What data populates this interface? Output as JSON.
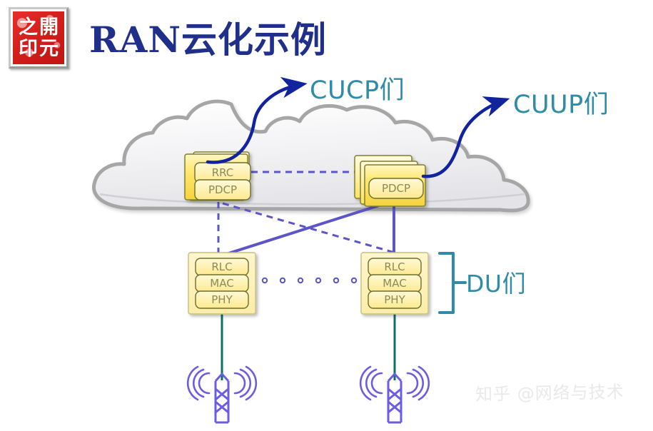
{
  "slide": {
    "title": "RAN云化示例",
    "background_color": "#ffffff"
  },
  "logo": {
    "name": "seal-stamp",
    "characters": [
      "之",
      "開",
      "印",
      "元"
    ],
    "reading": "開元之印",
    "color": "#d41f1c"
  },
  "callouts": [
    {
      "id": "cucp",
      "label": "CUCP们",
      "color": "#2e8ca8"
    },
    {
      "id": "cuup",
      "label": "CUUP们",
      "color": "#2e8ca8"
    },
    {
      "id": "du",
      "label": "DU们",
      "color": "#2e8ca8"
    }
  ],
  "cloud": {
    "name": "cloud-shape",
    "fill": "#f2f2f4",
    "stroke": "#a6a6a6"
  },
  "nodes": [
    {
      "id": "cu-cp",
      "role": "CU-CP",
      "layers": [
        "RRC",
        "PDCP"
      ],
      "stacked": true,
      "fill": "#ffe680",
      "stroke": "#7f7f2a"
    },
    {
      "id": "cu-up",
      "role": "CU-UP",
      "layers": [
        "PDCP"
      ],
      "stacked": true,
      "fill": "#ffe680",
      "stroke": "#7f7f2a"
    },
    {
      "id": "du-left",
      "role": "DU",
      "layers": [
        "RLC",
        "MAC",
        "PHY"
      ],
      "stacked": false,
      "fill": "#fdf0b8",
      "stroke": "#7f7f2a"
    },
    {
      "id": "du-right",
      "role": "DU",
      "layers": [
        "RLC",
        "MAC",
        "PHY"
      ],
      "stacked": false,
      "fill": "#fdf0b8",
      "stroke": "#7f7f2a"
    }
  ],
  "links": {
    "control_plane_style": "dashed",
    "control_plane_color": "#5b55c8",
    "user_plane_style": "solid",
    "user_plane_color": "#5b55c8",
    "fronthaul_color": "#0d7068",
    "ellipsis_dots": 6
  },
  "antennas": [
    {
      "id": "antenna-left",
      "color": "#6b5ce0"
    },
    {
      "id": "antenna-right",
      "color": "#6b5ce0"
    }
  ],
  "watermark": {
    "text": "知乎 @网络与技术"
  }
}
